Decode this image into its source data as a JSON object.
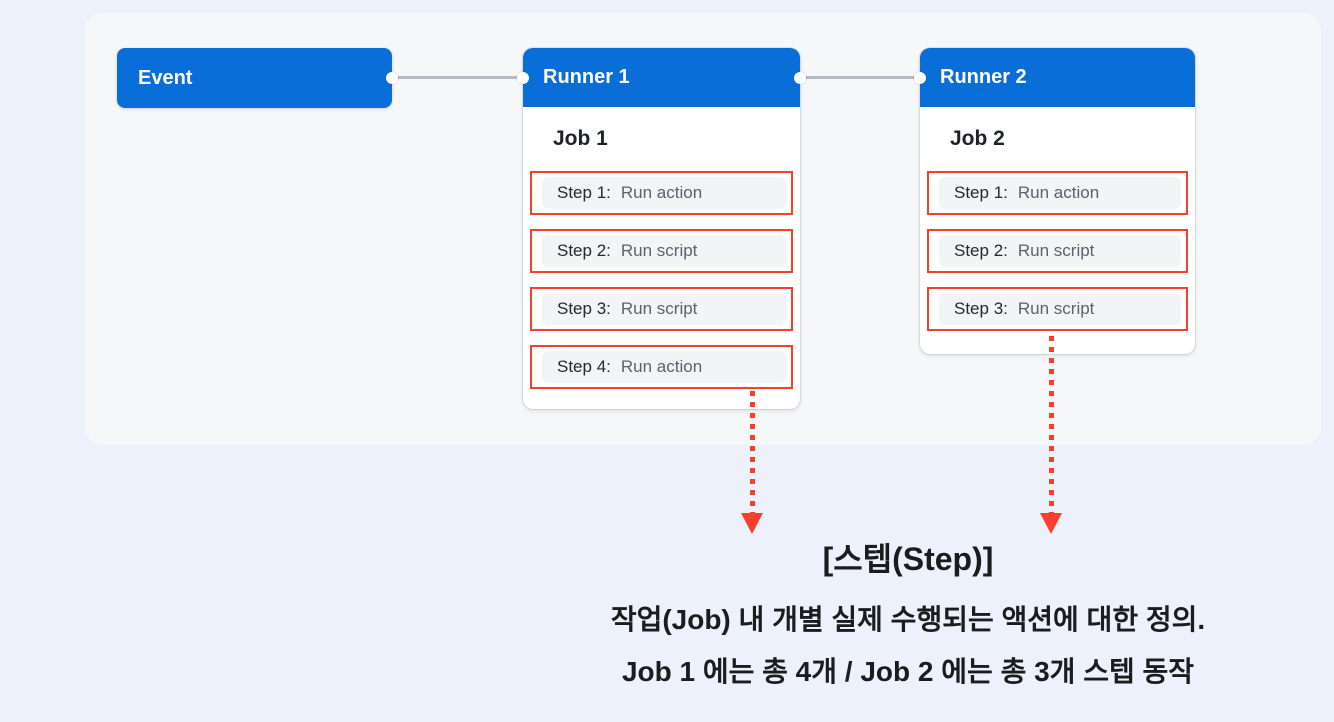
{
  "colors": {
    "accent_blue": "#0a6ed8",
    "annotation_red": "#f5402e",
    "page_background": "#edf1fb",
    "panel_background": "#f5f7f9",
    "connector_gray": "#b4bbc4",
    "step_background": "#f3f4f6"
  },
  "workflow": {
    "event": {
      "label": "Event"
    },
    "runners": [
      {
        "title": "Runner 1",
        "job": {
          "title": "Job 1",
          "steps": [
            {
              "label": "Step 1:",
              "action": "Run action"
            },
            {
              "label": "Step 2:",
              "action": "Run script"
            },
            {
              "label": "Step 3:",
              "action": "Run script"
            },
            {
              "label": "Step 4:",
              "action": "Run action"
            }
          ]
        }
      },
      {
        "title": "Runner 2",
        "job": {
          "title": "Job 2",
          "steps": [
            {
              "label": "Step 1:",
              "action": "Run action"
            },
            {
              "label": "Step 2:",
              "action": "Run script"
            },
            {
              "label": "Step 3:",
              "action": "Run script"
            }
          ]
        }
      }
    ]
  },
  "annotation": {
    "title": "[스텝(Step)]",
    "line1": "작업(Job) 내 개별 실제 수행되는 액션에 대한 정의.",
    "line2": "Job 1 에는 총 4개 / Job 2 에는 총 3개 스텝 동작"
  }
}
